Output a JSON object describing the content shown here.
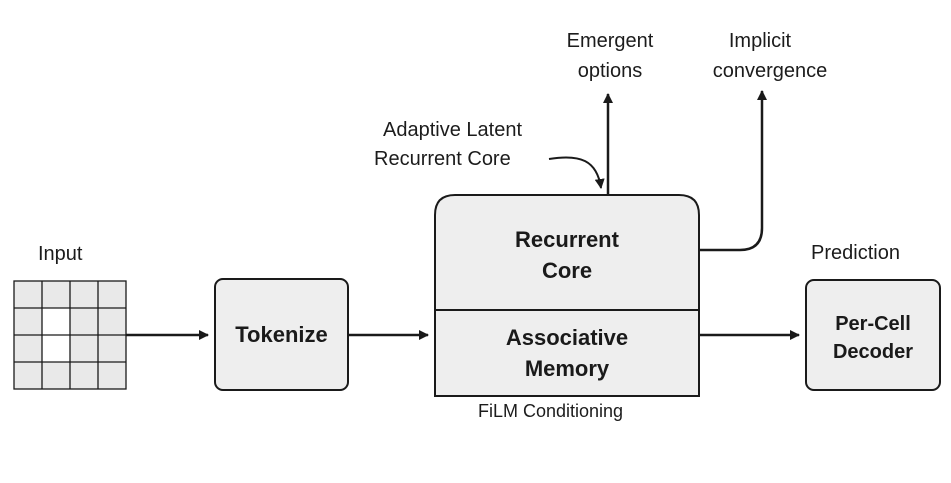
{
  "labels": {
    "input": "Input",
    "prediction": "Prediction",
    "adaptive_latent_line1": "Adaptive Latent",
    "adaptive_latent_line2": "Recurrent Core",
    "emergent_line1": "Emergent",
    "emergent_line2": "options",
    "implicit_line1": "Implicit",
    "implicit_line2": "convergence",
    "film": "FiLM Conditioning"
  },
  "boxes": {
    "tokenize": "Tokenize",
    "recurrent_line1": "Recurrent",
    "recurrent_line2": "Core",
    "associative_line1": "Associative",
    "associative_line2": "Memory",
    "decoder_line1": "Per-Cell",
    "decoder_line2": "Decoder"
  },
  "colors": {
    "box_fill": "#eeeeee",
    "stroke": "#1a1a1a"
  }
}
